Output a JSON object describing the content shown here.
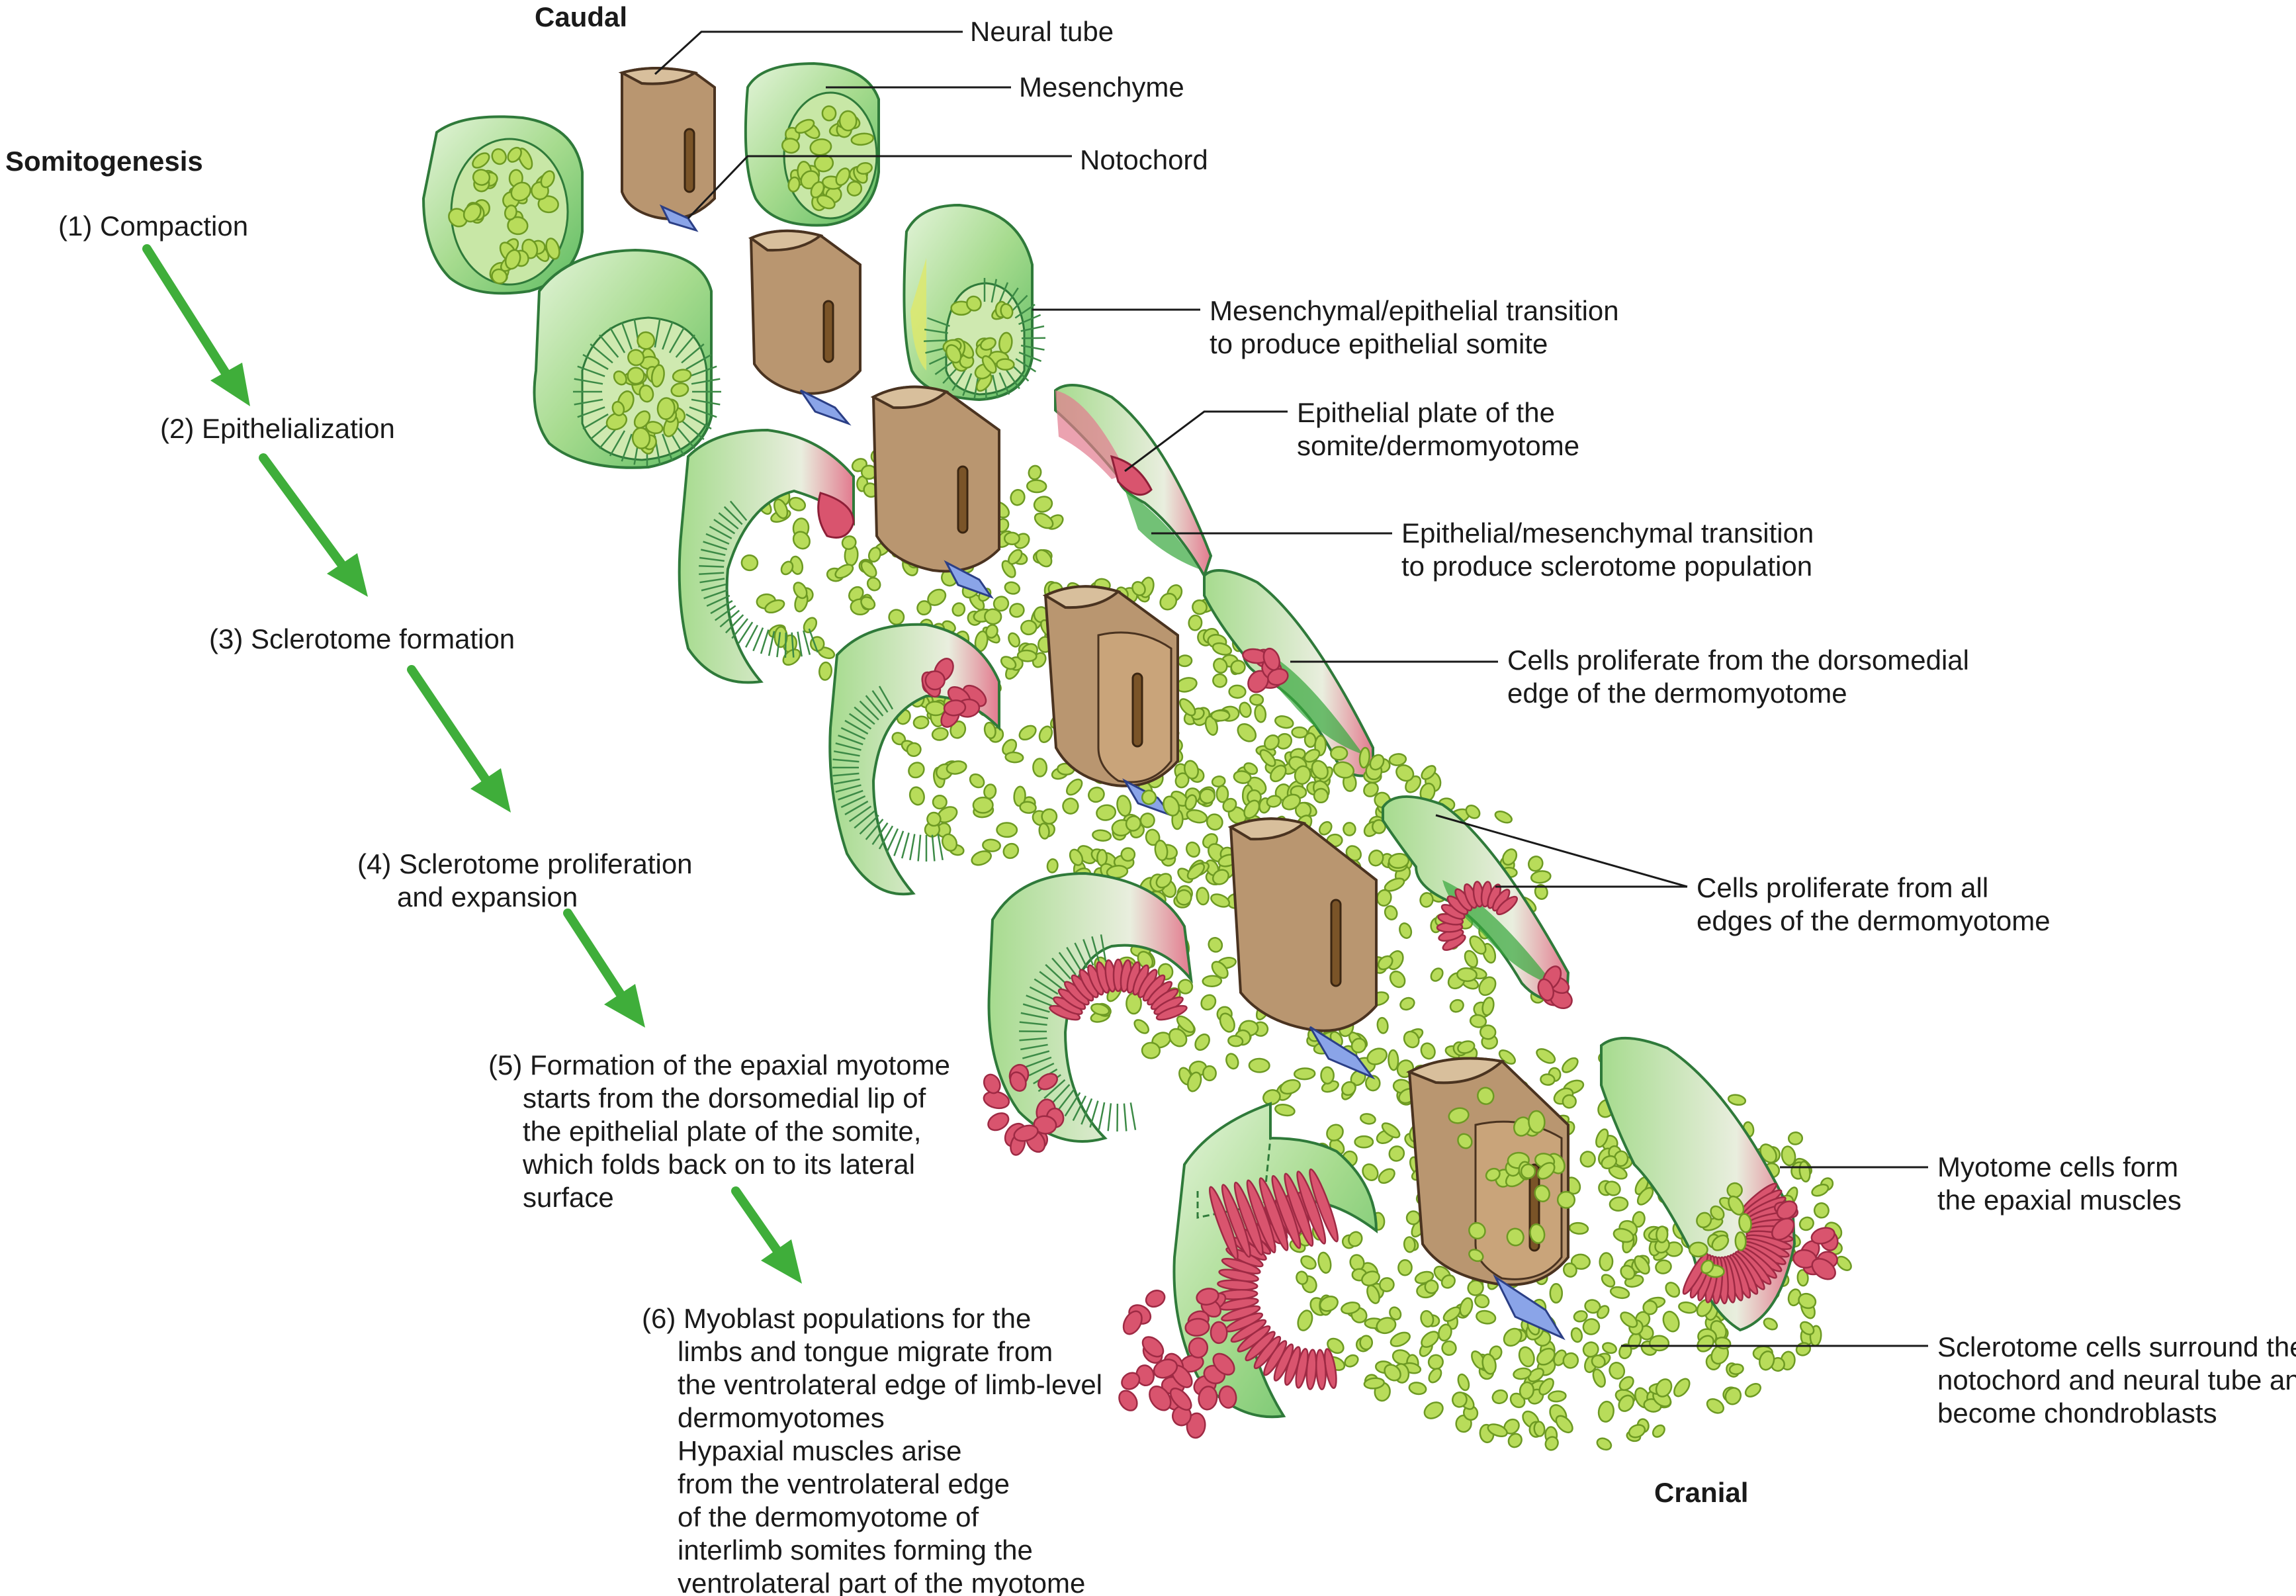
{
  "labels": {
    "caudal": "Caudal",
    "cranial": "Cranial",
    "somitogenesis": "Somitogenesis",
    "neural_tube": "Neural tube",
    "mesenchyme": "Mesenchyme",
    "notochord": "Notochord",
    "mes_epi": [
      "Mesenchymal/epithelial transition",
      "to produce epithelial somite"
    ],
    "epi_plate": [
      "Epithelial plate of the",
      "somite/dermomyotome"
    ],
    "epi_mes": [
      "Epithelial/mesenchymal transition",
      "to produce sclerotome population"
    ],
    "dorsomedial": [
      "Cells proliferate from the dorsomedial",
      "edge of the dermomyotome"
    ],
    "all_edges": [
      "Cells proliferate from all",
      "edges of the dermomyotome"
    ],
    "myotome": [
      "Myotome cells form",
      "the epaxial muscles"
    ],
    "sclerotome_cells": [
      "Sclerotome cells surround the",
      "notochord and neural tube and",
      "become chondroblasts"
    ]
  },
  "steps": [
    {
      "lines": [
        "(1) Compaction"
      ]
    },
    {
      "lines": [
        "(2) Epithelialization"
      ]
    },
    {
      "lines": [
        "(3) Sclerotome formation"
      ]
    },
    {
      "lines": [
        "(4) Sclerotome proliferation",
        "and expansion"
      ]
    },
    {
      "lines": [
        "(5) Formation of the epaxial myotome",
        "starts from the dorsomedial lip of",
        "the epithelial plate of the somite,",
        "which folds back on to its lateral",
        "surface"
      ]
    },
    {
      "lines": [
        "(6) Myoblast populations for the",
        "limbs and tongue migrate from",
        "the ventrolateral edge of limb-level",
        "dermomyotomes",
        "Hypaxial muscles arise",
        "from the ventrolateral edge",
        "of the dermomyotome of",
        "interlimb somites forming the",
        "ventrolateral part of the myotome"
      ]
    }
  ],
  "colors": {
    "arrow": "#3fae3a",
    "somite_green": "#8fcf7a",
    "cell_green": "#b8dc5a",
    "myotome_red": "#d9546e",
    "neural_tube_brown": "#b99670",
    "notochord_blue": "#8aa4e8"
  }
}
